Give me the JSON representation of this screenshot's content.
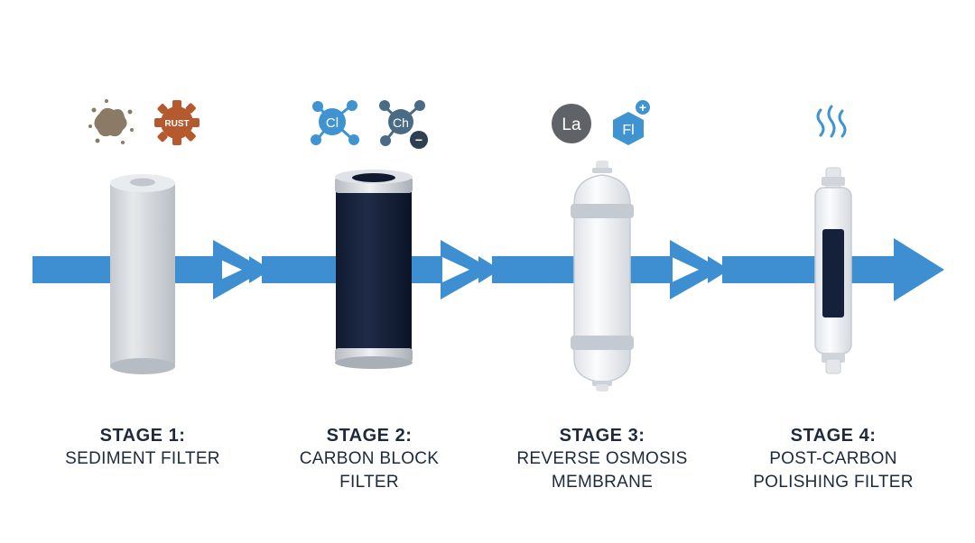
{
  "colors": {
    "flow_arrow": "#3d8fd1",
    "sediment_filter": "#d3d7dc",
    "carbon_block": "#16223a",
    "membrane": "#eef1f4",
    "rust": "#b55a2e",
    "chlorine": "#3f93d1",
    "text": "#1e2a3b"
  },
  "contaminants": {
    "rust_label": "RUST",
    "chlorine_label": "Cl",
    "chloramine_label": "Ch",
    "lead_label": "La",
    "fluoride_label": "Fl",
    "plus_sign": "+",
    "minus_sign": "−"
  },
  "stages": [
    {
      "title": "STAGE 1:",
      "line1": "SEDIMENT FILTER",
      "line2": ""
    },
    {
      "title": "STAGE 2:",
      "line1": "CARBON BLOCK",
      "line2": "FILTER"
    },
    {
      "title": "STAGE 3:",
      "line1": "REVERSE OSMOSIS",
      "line2": "MEMBRANE"
    },
    {
      "title": "STAGE 4:",
      "line1": "POST-CARBON",
      "line2": "POLISHING FILTER"
    }
  ]
}
